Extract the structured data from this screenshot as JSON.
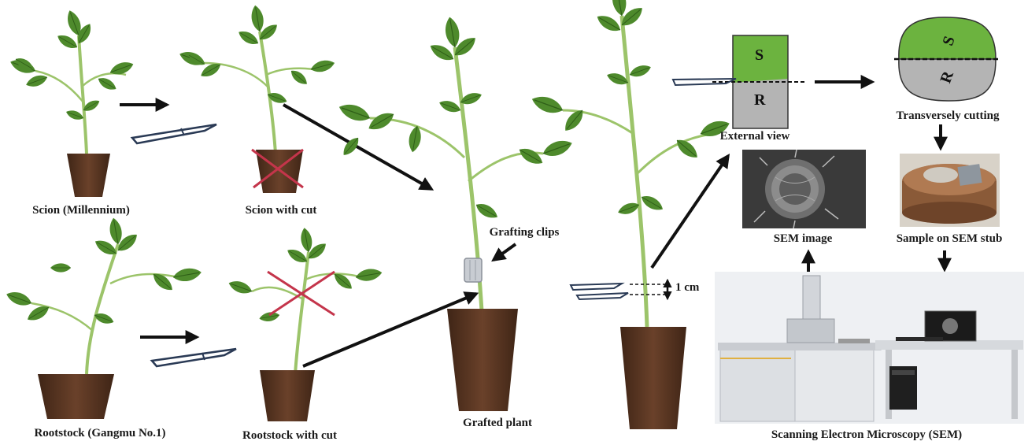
{
  "labels": {
    "scion": "Scion (Millennium)",
    "scion_cut": "Scion with cut",
    "rootstock": "Rootstock (Gangmu No.1)",
    "rootstock_cut": "Rootstock with cut",
    "grafting_clips": "Grafting clips",
    "grafted_plant": "Grafted plant",
    "one_cm": "1 cm",
    "external_view": "External view",
    "transversely_cutting": "Transversely cutting",
    "sem_image": "SEM  image",
    "sample_on_stub": "Sample on SEM stub",
    "sem_full": "Scanning Electron Microscopy (SEM)"
  },
  "section_letters": {
    "scion": "S",
    "rootstock": "R"
  },
  "colors": {
    "scion_green": "#6cb33f",
    "rootstock_grey": "#b4b4b4",
    "pot_brown": "#5a3622",
    "leaf_green": "#4e8a2c",
    "stem_green": "#9cc46a",
    "cut_mark": "#c4354b",
    "arrow": "#111111",
    "blade": "#2a3a55"
  }
}
